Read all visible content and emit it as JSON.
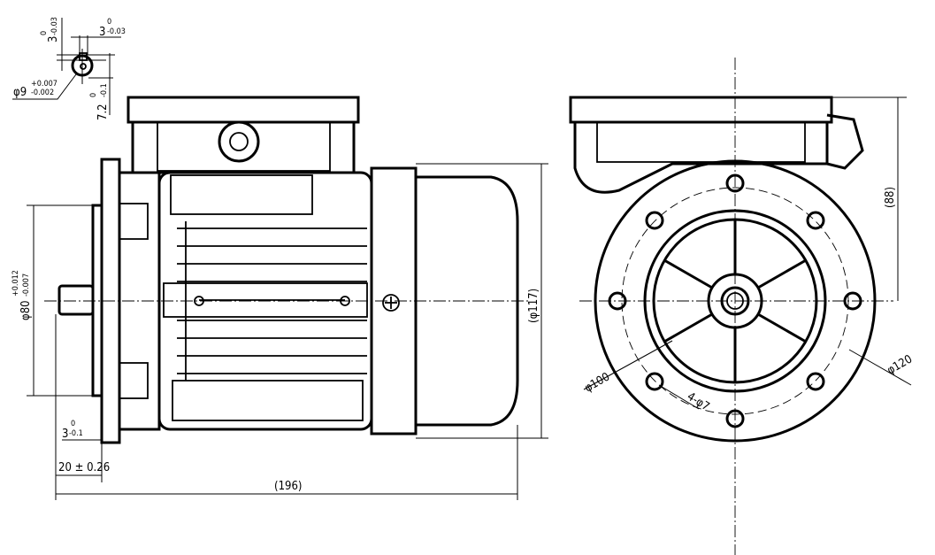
{
  "drawing": {
    "keyway": {
      "width_label": "3",
      "width_tol_upper": "0",
      "width_tol_lower": "-0.03",
      "depth_label": "3",
      "depth_tol_upper": "0",
      "depth_tol_lower": "-0.03",
      "shaft_dia_label": "φ9",
      "shaft_tol_upper": "+0.007",
      "shaft_tol_lower": "-0.002",
      "key_height_label": "7.2",
      "key_height_tol_upper": "0",
      "key_height_tol_lower": "-0.1"
    },
    "side_view": {
      "spigot_dia_label": "φ80",
      "spigot_tol_upper": "+0.012",
      "spigot_tol_lower": "-0.007",
      "spigot_depth_label": "3",
      "spigot_depth_tol_upper": "0",
      "spigot_depth_tol_lower": "-0.1",
      "shaft_length_label": "20 ± 0.26",
      "overall_length_label": "(196)",
      "height_label": "(φ117)"
    },
    "front_view": {
      "pcd_label": "φ100",
      "holes_label": "4-φ7",
      "flange_dia_label": "φ120",
      "box_height_label": "(88)"
    }
  }
}
